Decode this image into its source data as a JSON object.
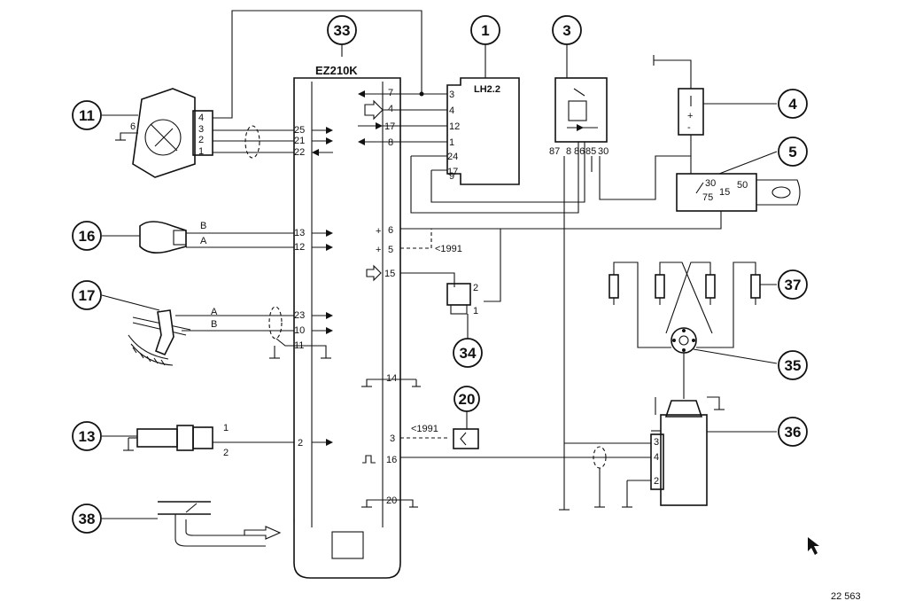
{
  "ecu": {
    "label": "EZ210K",
    "callout": "33"
  },
  "lh": {
    "label": "LH2.2",
    "callout": "1",
    "pins": [
      "3",
      "4",
      "12",
      "1",
      "24",
      "17",
      "9"
    ]
  },
  "relay": {
    "callout": "3",
    "pins": [
      "87",
      "86",
      "85",
      "30"
    ],
    "pin_extra": "8"
  },
  "battery": {
    "callout": "4",
    "plus": "+",
    "minus": "-"
  },
  "ignition_switch": {
    "callout": "5",
    "pins": [
      "30",
      "75",
      "15",
      "50"
    ]
  },
  "throttle_switch": {
    "callout": "11",
    "ground_pin": "6",
    "pins": [
      "4",
      "3",
      "2",
      "1"
    ]
  },
  "knock_sensor": {
    "callout": "16",
    "wires": [
      "B",
      "A"
    ]
  },
  "speed_sensor": {
    "callout": "17",
    "wires": [
      "A",
      "B"
    ]
  },
  "temp_sensor": {
    "callout": "13",
    "pins": [
      "1",
      "2"
    ]
  },
  "vacuum": {
    "callout": "38"
  },
  "connector34": {
    "callout": "34",
    "pins": [
      "2",
      "1"
    ]
  },
  "connector20": {
    "callout": "20"
  },
  "distributor": {
    "callout": "35"
  },
  "coil": {
    "callout": "36",
    "pins": [
      "3",
      "4",
      "2"
    ]
  },
  "spark_plugs": {
    "callout": "37"
  },
  "ecu_left_pins": [
    "25",
    "21",
    "22",
    "13",
    "12",
    "23",
    "10",
    "11",
    "2"
  ],
  "ecu_right_pins": [
    "7",
    "4",
    "17",
    "8",
    "6",
    "5",
    "15",
    "14",
    "3",
    "16",
    "20"
  ],
  "notes": {
    "lt1991_a": "<1991",
    "lt1991_b": "<1991",
    "plus_a": "+",
    "plus_b": "+"
  },
  "footer": "22 563"
}
